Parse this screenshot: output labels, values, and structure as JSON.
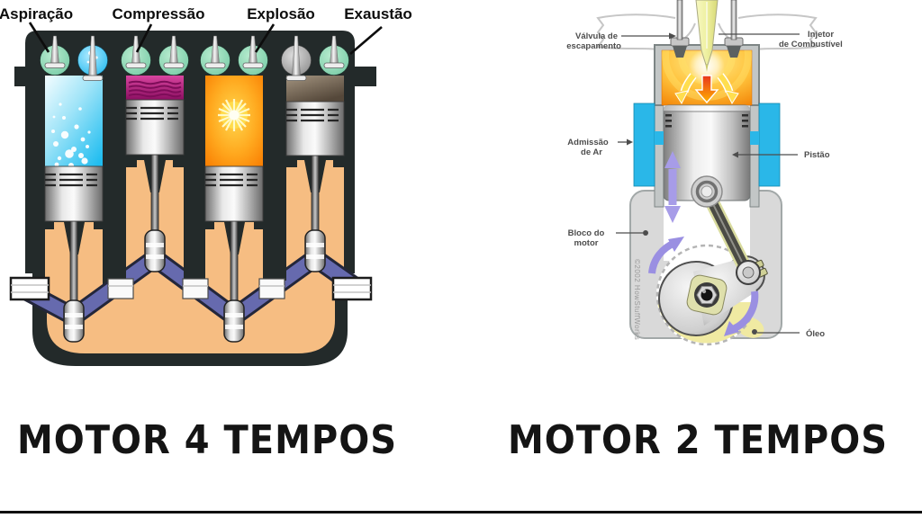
{
  "titles": {
    "left": "MOTOR 4 TEMPOS",
    "right": "MOTOR 2 TEMPOS"
  },
  "four_stroke": {
    "strokes": [
      {
        "label": "Aspiração",
        "phase_color": "#2cc4f1"
      },
      {
        "label": "Compressão",
        "phase_color": "#b5157f"
      },
      {
        "label": "Explosão",
        "phase_color": "#ff9000"
      },
      {
        "label": "Exaustão",
        "phase_color": "#6e6051"
      }
    ]
  },
  "two_stroke": {
    "labels": {
      "exhaust_valve_1": "Válvula de",
      "exhaust_valve_2": "escapamento",
      "injector_1": "Injetor",
      "injector_2": "de Combustível",
      "air_intake_1": "Admissão",
      "air_intake_2": "de Ar",
      "piston": "Pistão",
      "engine_block_1": "Bloco do",
      "engine_block_2": "motor",
      "oil": "Óleo",
      "credit": "©2002 HowStuffWorks"
    }
  },
  "colors": {
    "block_dark": "#232a2a",
    "crankcase_peach": "#f6bd82",
    "valve_green": "#8ed8b8",
    "intake_blue": "#2cc4f1",
    "compression_magenta": "#b5157f",
    "power_orange": "#ff9000",
    "exhaust_brown": "#6e6051",
    "crankshaft_purple": "#666aae",
    "air_cyan": "#2ab7e8",
    "oil_yellow": "#f0eaa2",
    "arrow_purple": "#9a8fe2"
  }
}
